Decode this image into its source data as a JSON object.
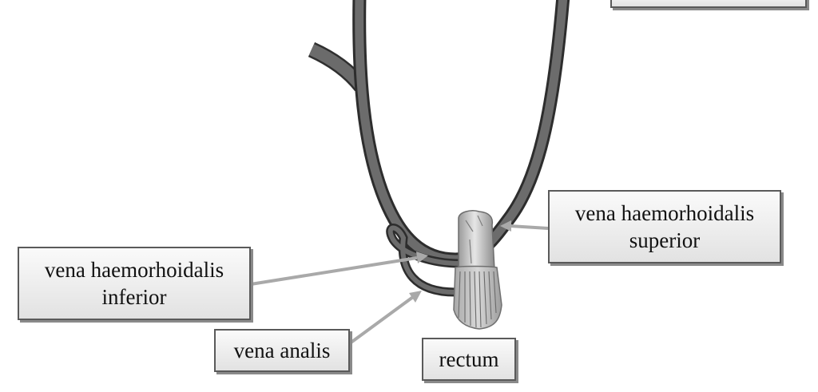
{
  "labels": {
    "sup_line1": "vena haemorhoidalis",
    "sup_line2": "superior",
    "inf_line1": "vena haemorhoidalis",
    "inf_line2": "inferior",
    "analis": "vena analis",
    "rectum": "rectum"
  }
}
